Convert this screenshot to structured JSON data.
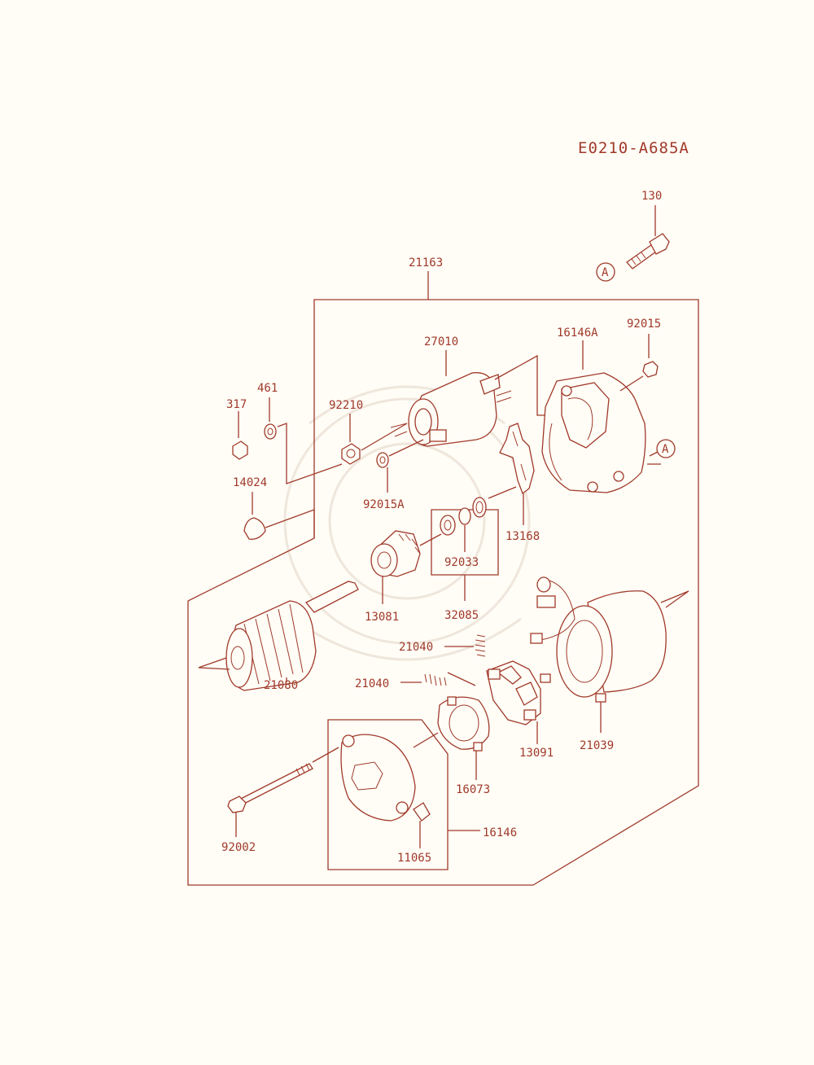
{
  "diagram_code": "E0210-A685A",
  "ref_marker": "A",
  "colors": {
    "line": "#a0392a",
    "background": "#fffdf6"
  },
  "parts": {
    "p130": "130",
    "p21163": "21163",
    "p27010": "27010",
    "p16146A": "16146A",
    "p92015": "92015",
    "p461": "461",
    "p317": "317",
    "p92210": "92210",
    "p14024": "14024",
    "p92015A": "92015A",
    "p13168": "13168",
    "p92033": "92033",
    "p13081": "13081",
    "p32085": "32085",
    "p21040a": "21040",
    "p21040b": "21040",
    "p21080": "21080",
    "p13091": "13091",
    "p21039": "21039",
    "p16073": "16073",
    "p16146": "16146",
    "p92002": "92002",
    "p11065": "11065"
  }
}
